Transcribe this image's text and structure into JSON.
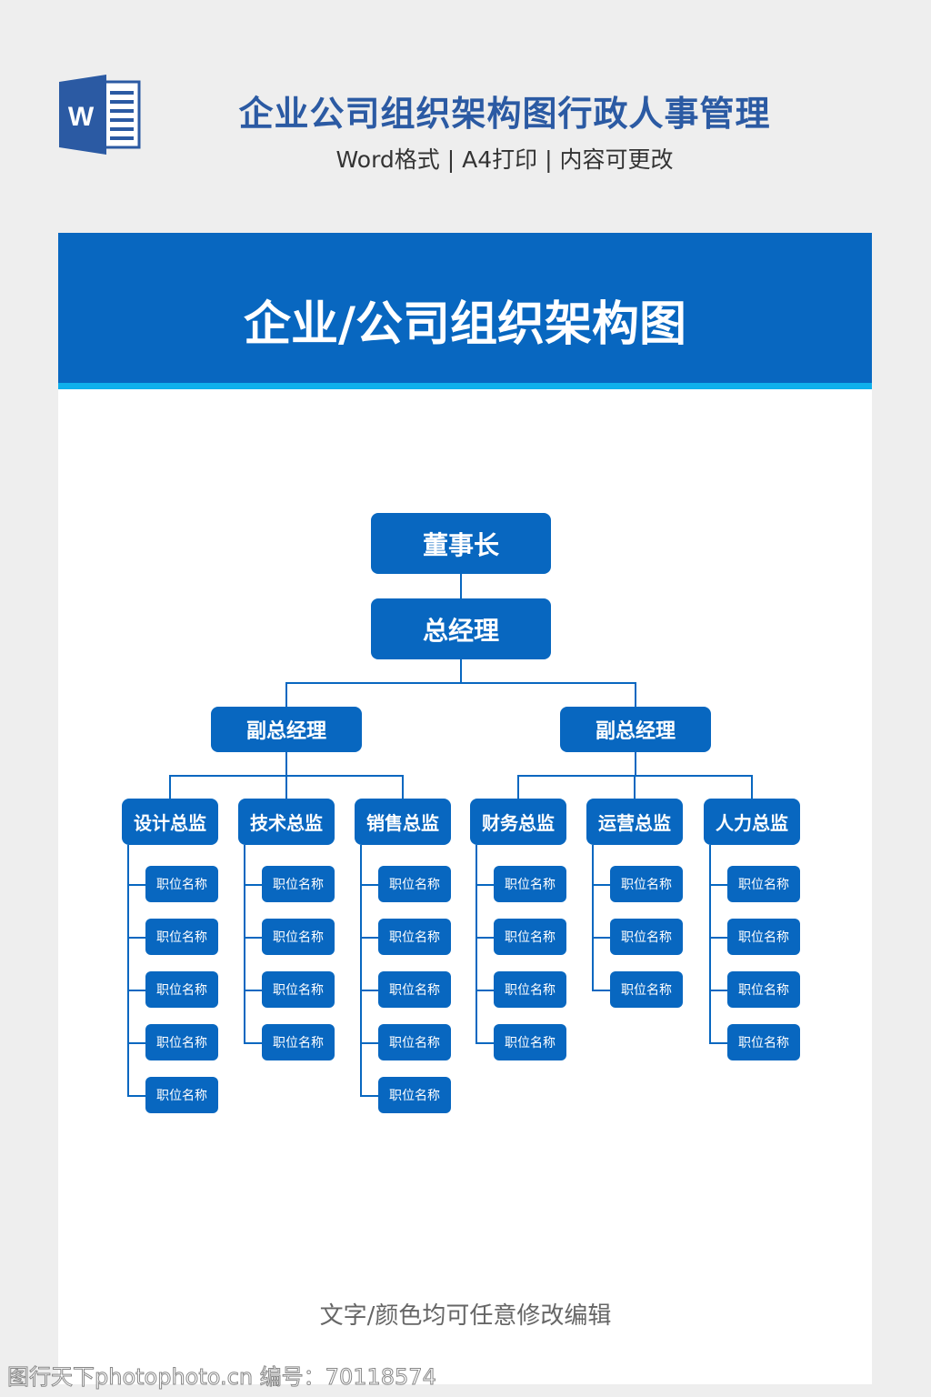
{
  "header": {
    "title": "企业公司组织架构图行政人事管理",
    "subtitle": "Word格式 | A4打印 | 内容可更改",
    "icon": "word-document-icon",
    "icon_letter": "W"
  },
  "banner": {
    "title": "企业/公司组织架构图"
  },
  "org": {
    "chairman": "董事长",
    "general_manager": "总经理",
    "vice_managers": [
      "副总经理",
      "副总经理"
    ],
    "departments": [
      {
        "name": "设计总监",
        "positions": [
          "职位名称",
          "职位名称",
          "职位名称",
          "职位名称",
          "职位名称"
        ]
      },
      {
        "name": "技术总监",
        "positions": [
          "职位名称",
          "职位名称",
          "职位名称",
          "职位名称"
        ]
      },
      {
        "name": "销售总监",
        "positions": [
          "职位名称",
          "职位名称",
          "职位名称",
          "职位名称",
          "职位名称"
        ]
      },
      {
        "name": "财务总监",
        "positions": [
          "职位名称",
          "职位名称",
          "职位名称",
          "职位名称"
        ]
      },
      {
        "name": "运营总监",
        "positions": [
          "职位名称",
          "职位名称",
          "职位名称"
        ]
      },
      {
        "name": "人力总监",
        "positions": [
          "职位名称",
          "职位名称",
          "职位名称",
          "职位名称"
        ]
      }
    ]
  },
  "footer": {
    "note": "文字/颜色均可任意修改编辑",
    "watermark": "图行天下photophoto.cn 编号：70118574"
  },
  "colors": {
    "primary": "#0867c0",
    "accent": "#0fb0ec",
    "title": "#2b5aa3"
  }
}
